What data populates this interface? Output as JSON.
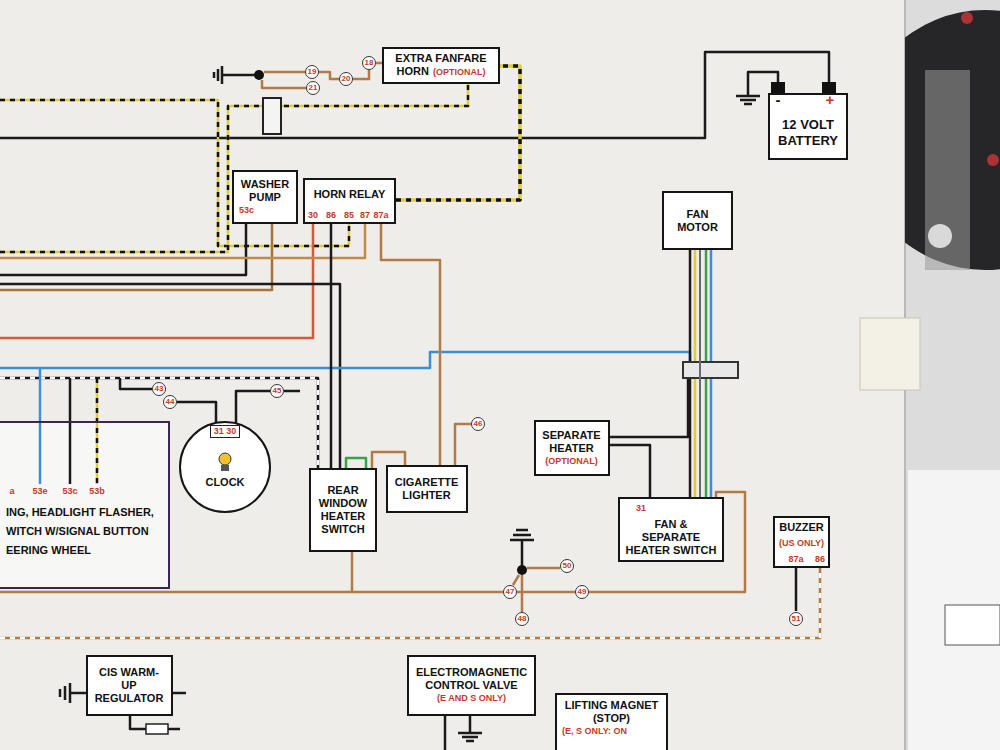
{
  "diagram": {
    "nodes": [
      {
        "text": [
          "EXTRA FANFARE HORN",
          "(OPTIONAL)"
        ]
      },
      {
        "text": [
          "12 VOLT BATTERY"
        ]
      },
      {
        "text": [
          "WASHER PUMP",
          "53c"
        ]
      },
      {
        "text": [
          "HORN RELAY",
          "30",
          "86",
          "85",
          "87",
          "87a"
        ]
      },
      {
        "text": [
          "FAN MOTOR"
        ]
      },
      {
        "text": [
          "a",
          "53e",
          "53c",
          "53b",
          "ING, HEADLIGHT FLASHER, WITCH W/SIGNAL BUTTON EERING WHEEL"
        ]
      },
      {
        "text": [
          "31 30",
          "CLOCK"
        ]
      },
      {
        "text": [
          "REAR WINDOW HEATER SWITCH"
        ]
      },
      {
        "text": [
          "CIGARETTE LIGHTER"
        ]
      },
      {
        "text": [
          "SEPARATE HEATER",
          "(OPTIONAL)"
        ]
      },
      {
        "text": [
          "31",
          "FAN & SEPARATE HEATER SWITCH"
        ]
      },
      {
        "text": [
          "BUZZER",
          "(US ONLY)",
          "87a",
          "86"
        ]
      },
      {
        "text": [
          "CIS WARM-UP REGULATOR"
        ]
      },
      {
        "text": [
          "ELECTROMAGNETIC CONTROL VALVE",
          "(E AND S ONLY)"
        ]
      },
      {
        "text": [
          "LIFTING MAGNET (STOP)",
          "(E, S ONLY: ON"
        ]
      }
    ],
    "edges": [
      {
        "from": 3,
        "to": 0,
        "arrow": "none"
      },
      {
        "from": 3,
        "to": 7,
        "arrow": "none"
      },
      {
        "from": 3,
        "to": 8,
        "arrow": "none"
      },
      {
        "from": 7,
        "to": 8,
        "arrow": "none"
      },
      {
        "from": 4,
        "to": 10,
        "arrow": "none"
      },
      {
        "from": 9,
        "to": 10,
        "arrow": "none"
      }
    ],
    "labels": [
      "19",
      "20",
      "21",
      "18",
      "-",
      "+",
      "43",
      "44",
      "45",
      "46",
      "50",
      "47",
      "49",
      "48",
      "51"
    ]
  }
}
